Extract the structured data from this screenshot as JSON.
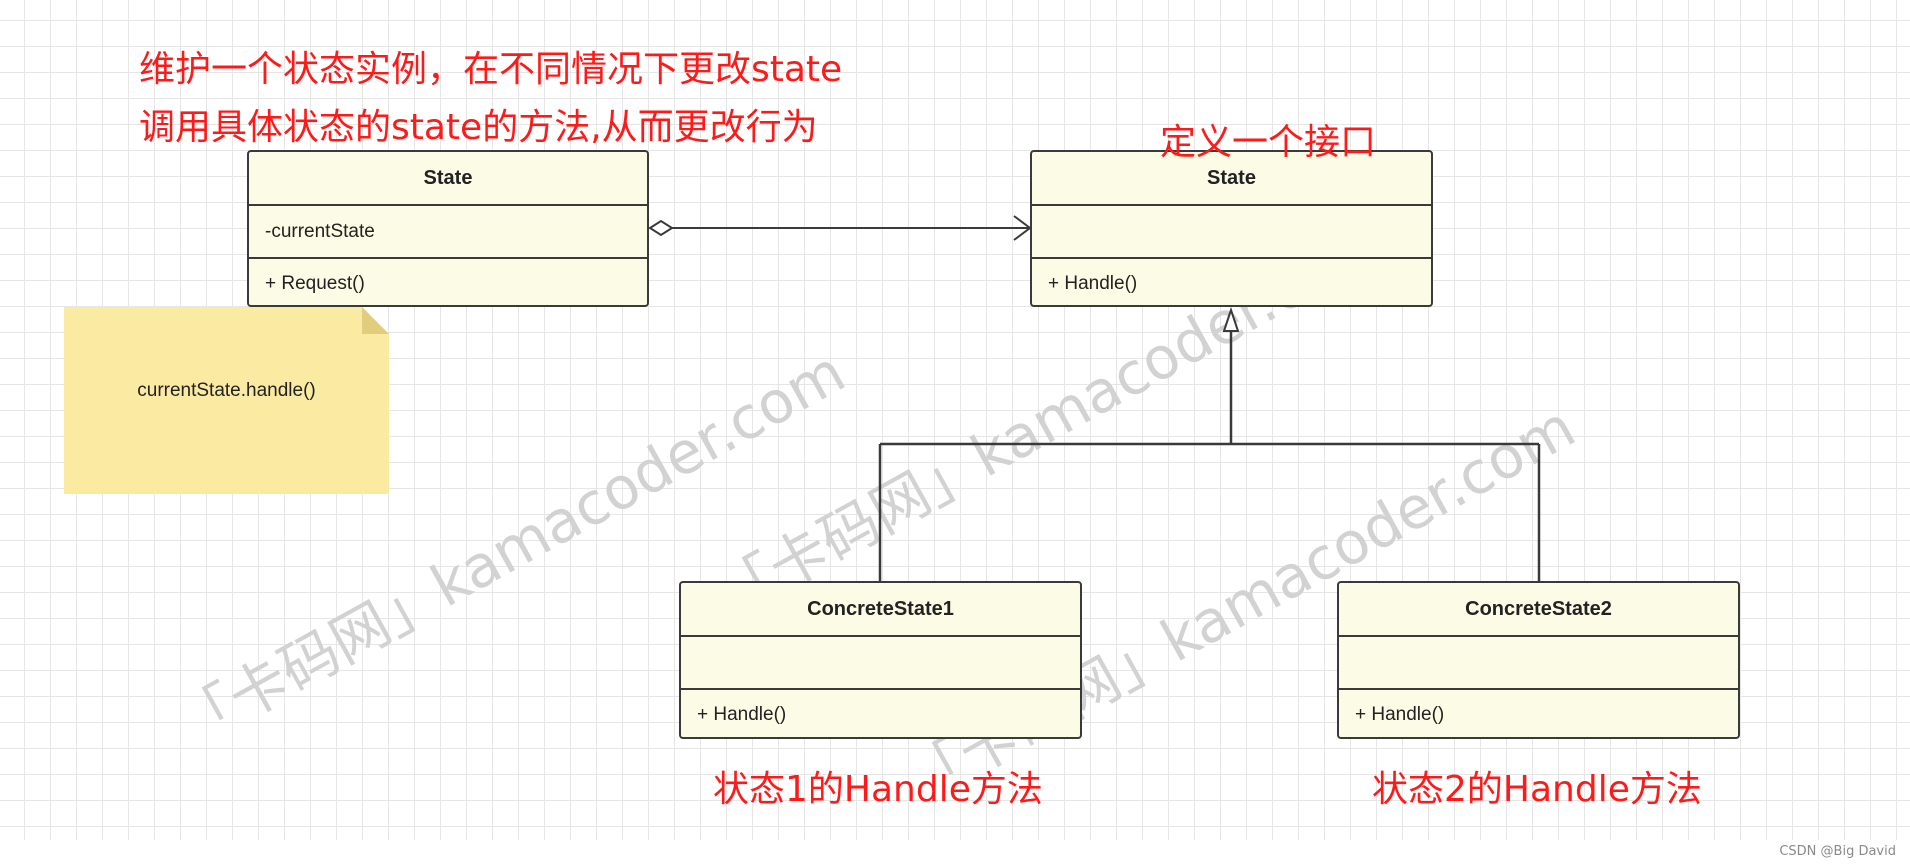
{
  "annotations": {
    "context_line1": "维护一个状态实例，在不同情况下更改state",
    "context_line2": "调用具体状态的state的方法,从而更改行为",
    "interface_note": "定义一个接口",
    "state1_note": "状态1的Handle方法",
    "state2_note": "状态2的Handle方法"
  },
  "classes": {
    "context": {
      "name": "State",
      "attribute": "-currentState",
      "operation": "+ Request()"
    },
    "state_interface": {
      "name": "State",
      "attribute": "",
      "operation": "+ Handle()"
    },
    "concrete1": {
      "name": "ConcreteState1",
      "attribute": "",
      "operation": "+ Handle()"
    },
    "concrete2": {
      "name": "ConcreteState2",
      "attribute": "",
      "operation": "+ Handle()"
    }
  },
  "note": {
    "text": "currentState.handle()"
  },
  "watermark": {
    "text": "「卡码网」kamacoder.com"
  },
  "footer": {
    "text": "CSDN @Big David"
  },
  "colors": {
    "annotation": "#ff1a1a",
    "class_fill": "#fcfbe5",
    "note_fill": "#fbeaa1",
    "line": "#3a3a3a"
  }
}
